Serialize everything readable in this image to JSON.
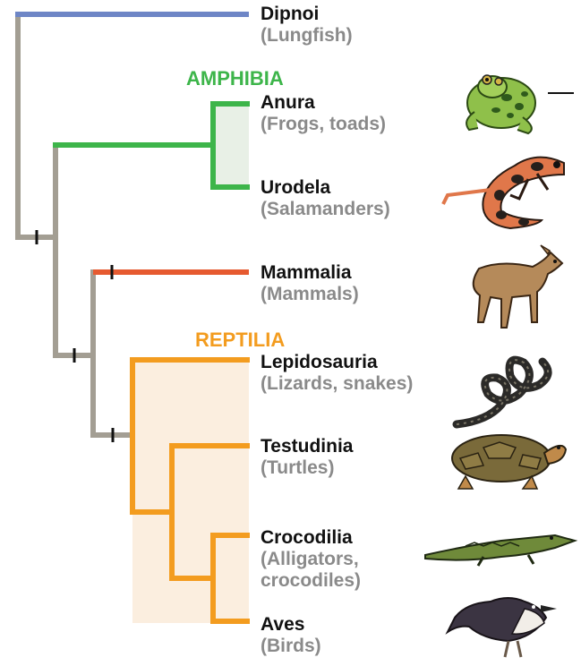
{
  "colors": {
    "trunk": "#a39e93",
    "dipnoi": "#6e86c6",
    "amphibia": "#3db54a",
    "mammalia": "#e65a30",
    "reptilia": "#f39c1f",
    "amphibia_fill": "#e8f0e6",
    "reptilia_fill": "#fbeedf"
  },
  "groups": {
    "amphibia": "AMPHIBIA",
    "reptilia": "REPTILIA"
  },
  "taxa": [
    {
      "name": "Dipnoi",
      "common": "(Lungfish)"
    },
    {
      "name": "Anura",
      "common": "(Frogs, toads)"
    },
    {
      "name": "Urodela",
      "common": "(Salamanders)"
    },
    {
      "name": "Mammalia",
      "common": "(Mammals)"
    },
    {
      "name": "Lepidosauria",
      "common": "(Lizards, snakes)"
    },
    {
      "name": "Testudinia",
      "common": "(Turtles)"
    },
    {
      "name": "Crocodilia",
      "common": "(Alligators,\ncrocodiles)"
    },
    {
      "name": "Aves",
      "common": "(Birds)"
    }
  ],
  "icons": [
    "frog-icon",
    "salamander-icon",
    "deer-icon",
    "snake-icon",
    "turtle-icon",
    "crocodile-icon",
    "bird-icon"
  ]
}
